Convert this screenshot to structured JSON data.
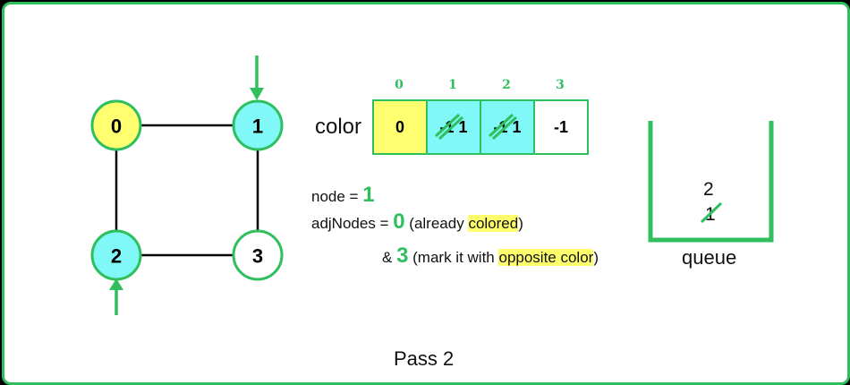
{
  "graph": {
    "nodes": [
      {
        "label": "0",
        "fill": "#ffff70"
      },
      {
        "label": "1",
        "fill": "#7ff8f7"
      },
      {
        "label": "2",
        "fill": "#7ff8f7"
      },
      {
        "label": "3",
        "fill": "#ffffff"
      }
    ]
  },
  "color_array": {
    "label": "color",
    "indices": [
      "0",
      "1",
      "2",
      "3"
    ],
    "cells": [
      {
        "old": "",
        "value": "0",
        "fill": "#ffff70"
      },
      {
        "old": "-1",
        "value": "1",
        "fill": "#7ff8f7"
      },
      {
        "old": "-1",
        "value": "1",
        "fill": "#7ff8f7"
      },
      {
        "old": "",
        "value": "-1",
        "fill": "#ffffff"
      }
    ]
  },
  "text": {
    "node_prefix": "node = ",
    "node_value": "1",
    "adj_prefix": "adjNodes = ",
    "adj_value_1": "0",
    "adj_open": " (already ",
    "adj_highlight": "colored",
    "adj_close": ")",
    "amp": "& ",
    "adj_value_2": "3",
    "mark_open": " (mark it with ",
    "mark_highlight": "opposite color",
    "mark_close": ")"
  },
  "queue": {
    "label": "queue",
    "top_item": "2",
    "removed_item": "1"
  },
  "footer": {
    "pass": "Pass 2"
  },
  "colors": {
    "accent_green": "#2fbf5f",
    "yellow": "#ffff70",
    "cyan": "#7ff8f7",
    "highlight": "#ffff6e"
  }
}
